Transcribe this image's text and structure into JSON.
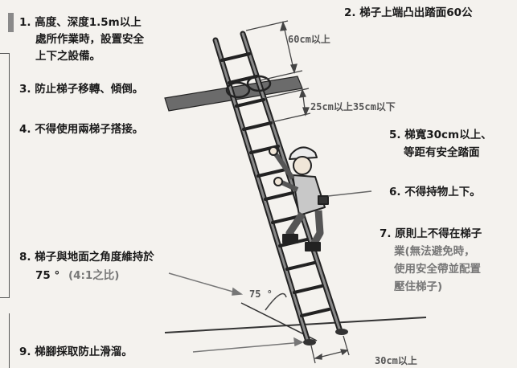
{
  "diagram": {
    "notes": {
      "n1_line1": "1. 高度、深度1.5m以上",
      "n1_line2": "處所作業時，設置安全",
      "n1_line3": "上下之設備。",
      "n2": "2. 梯子上端凸出踏面60公",
      "n3": "3. 防止梯子移轉、傾倒。",
      "n4": "4. 不得使用兩梯子搭接。",
      "n5_line1": "5. 梯寬30cm以上、",
      "n5_line2": "等距有安全踏面",
      "n6": "6. 不得持物上下。",
      "n7_line1": "7. 原則上不得在梯子",
      "n7_line2": "業(無法避免時，",
      "n7_line3": "使用安全帶並配置",
      "n7_line4": "壓住梯子)",
      "n8_line1": "8. 梯子與地面之角度維持於",
      "n8_line2": "75 °",
      "n8_line2_ratio": "(4:1之比)",
      "n9": "9. 梯腳採取防止滑溜。"
    },
    "dimensions": {
      "top": "60cm以上",
      "rung": "25cm以上35cm以下",
      "angle": "75 °",
      "foot": "30cm以上"
    }
  }
}
